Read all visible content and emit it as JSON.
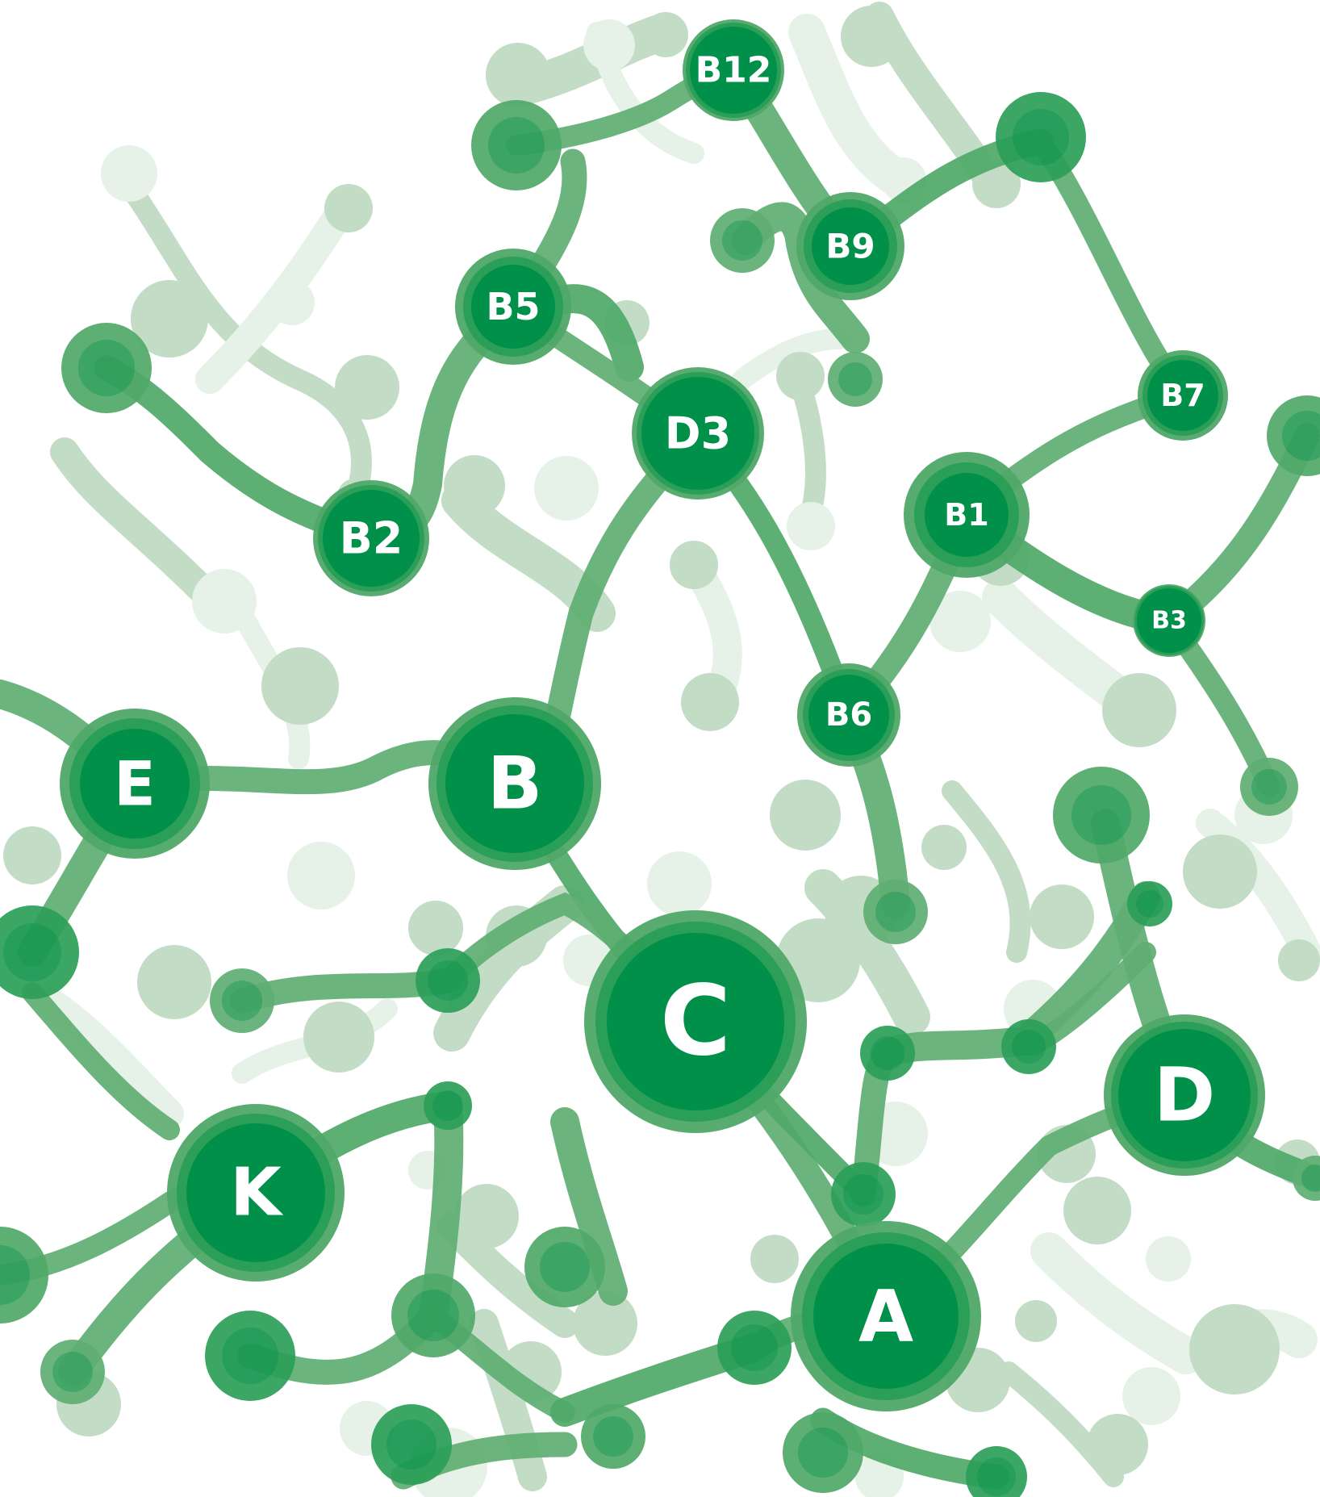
{
  "colors": {
    "background": "#ffffff",
    "core": "#00904a",
    "ring": "#2b9e58",
    "halo": "#4fa868",
    "link": "#5fae72",
    "faint": "#c3dcc6",
    "faintest": "#e6f1e7"
  },
  "vitamins": [
    {
      "id": "b12",
      "label": "B12"
    },
    {
      "id": "b9",
      "label": "B9"
    },
    {
      "id": "b5",
      "label": "B5"
    },
    {
      "id": "d3",
      "label": "D3"
    },
    {
      "id": "b7",
      "label": "B7"
    },
    {
      "id": "b2",
      "label": "B2"
    },
    {
      "id": "b1",
      "label": "B1"
    },
    {
      "id": "b3",
      "label": "B3"
    },
    {
      "id": "b6",
      "label": "B6"
    },
    {
      "id": "e",
      "label": "E"
    },
    {
      "id": "b",
      "label": "B"
    },
    {
      "id": "c",
      "label": "C"
    },
    {
      "id": "d",
      "label": "D"
    },
    {
      "id": "k",
      "label": "K"
    },
    {
      "id": "a",
      "label": "A"
    }
  ]
}
